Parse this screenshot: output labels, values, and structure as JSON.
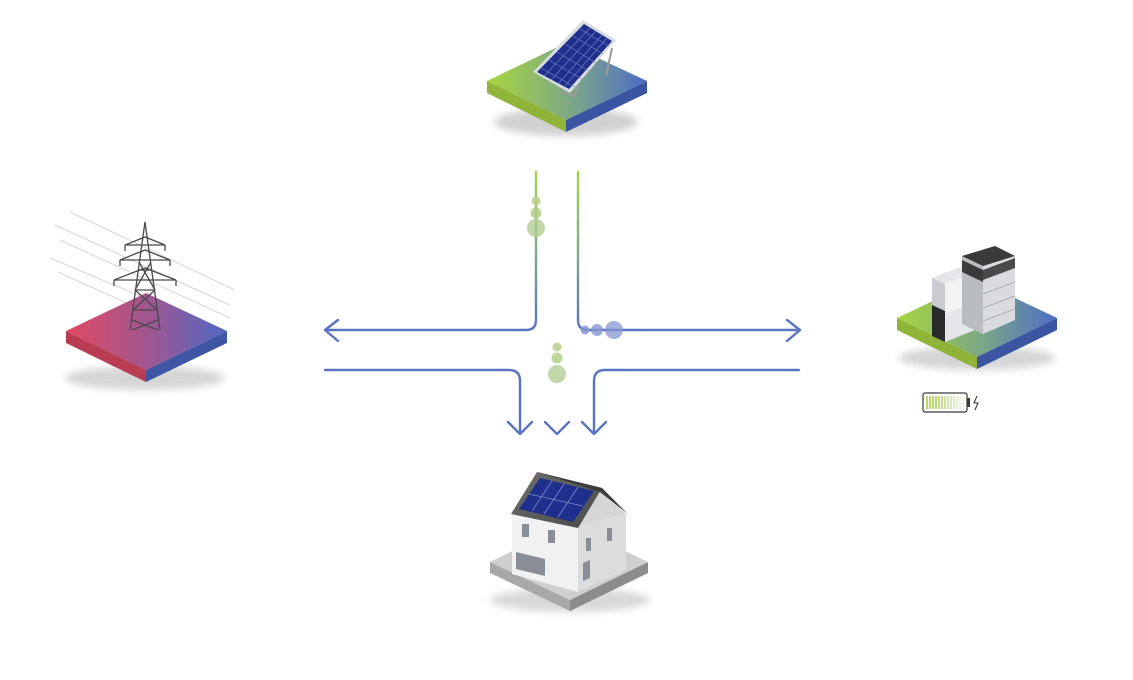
{
  "diagram": {
    "nodes": [
      {
        "id": "solar",
        "icon": "solar-panel-icon"
      },
      {
        "id": "grid",
        "icon": "power-pylon-icon"
      },
      {
        "id": "storage",
        "icon": "battery-storage-icon"
      },
      {
        "id": "house",
        "icon": "house-icon"
      }
    ],
    "flows": [
      {
        "from": "solar",
        "to": "grid"
      },
      {
        "from": "solar",
        "to": "storage"
      },
      {
        "from": "solar",
        "to": "house"
      },
      {
        "from": "grid",
        "to": "house"
      },
      {
        "from": "storage",
        "to": "house"
      }
    ],
    "battery_indicator": {
      "icon": "battery-charging-icon"
    }
  },
  "colors": {
    "flow_line": "#5a74c4",
    "solar_green": "#a4d44a",
    "grid_red": "#d8465e",
    "tile_blue": "#4e6cc4",
    "panel_blue": "#1d2f8a",
    "house_gray": "#c9c9c9"
  }
}
